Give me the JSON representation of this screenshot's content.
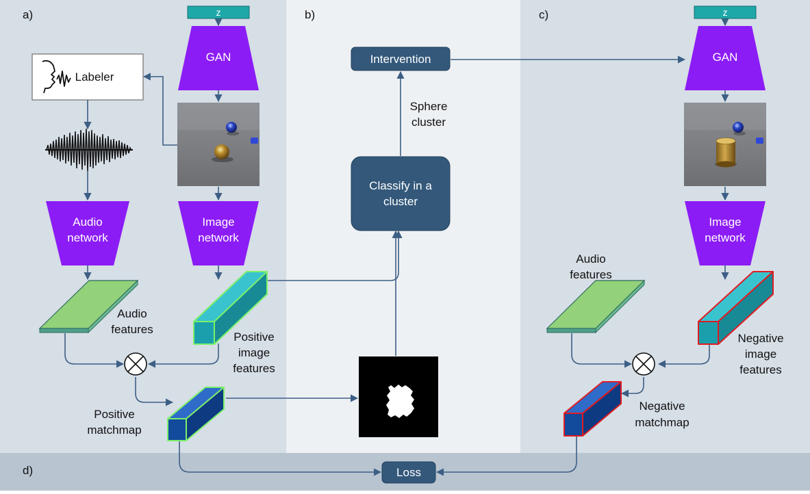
{
  "panels": {
    "a": "a)",
    "b": "b)",
    "c": "c)",
    "d": "d)"
  },
  "nodes": {
    "z_left": "z",
    "z_right": "z",
    "gan_left": "GAN",
    "gan_right": "GAN",
    "labeler": "Labeler",
    "audio_network": [
      "Audio",
      "network"
    ],
    "image_network_left": [
      "Image",
      "network"
    ],
    "image_network_right": [
      "Image",
      "network"
    ],
    "intervention": "Intervention",
    "sphere_cluster": [
      "Sphere",
      "cluster"
    ],
    "classify": [
      "Classify in a",
      "cluster"
    ],
    "audio_features_left": [
      "Audio",
      "features"
    ],
    "audio_features_right": [
      "Audio",
      "features"
    ],
    "positive_image_features": [
      "Positive",
      "image",
      "features"
    ],
    "negative_image_features": [
      "Negative",
      "image",
      "features"
    ],
    "positive_matchmap": [
      "Positive",
      "matchmap"
    ],
    "negative_matchmap": [
      "Negative",
      "matchmap"
    ],
    "loss": "Loss"
  },
  "images": {
    "gan_output_left": "rendered scene: blue sphere and gold sphere",
    "gan_output_right": "rendered scene: blue sphere and gold cylinder",
    "mask": "binary segmentation mask"
  },
  "colors": {
    "panel_a_bg": "#d6dee6",
    "panel_b_bg": "#eef1f4",
    "panel_c_bg": "#d6dee6",
    "panel_d_bg": "#b8c5d1",
    "z_box": "#1fa8a8",
    "network_purple": "#8c1cf5",
    "node_navy": "#33587a",
    "audio_feature_green": "#93d17a",
    "image_feature_teal": "#1b9fad",
    "matchmap_blue": "#124a9c",
    "outline_positive": "#7cf06a",
    "outline_negative": "#e01b22",
    "arrow": "#3d5f85"
  }
}
